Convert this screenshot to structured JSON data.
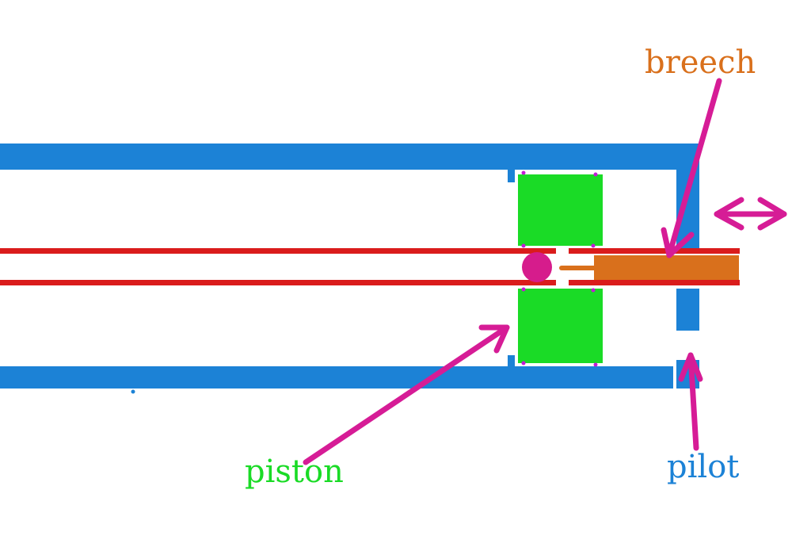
{
  "labels": {
    "breech": "breech",
    "piston": "piston",
    "pilot": "pilot"
  },
  "colors": {
    "housing": "#1c82d6",
    "piston": "#1adb26",
    "bore": "#da1c1c",
    "breech": "#d9701c",
    "arrow": "#d61c96",
    "ball": "#d61c8c"
  }
}
